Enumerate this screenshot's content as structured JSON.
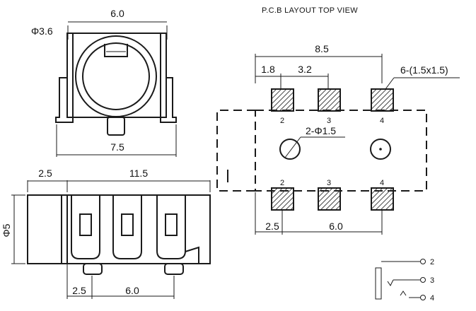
{
  "side_view": {
    "width_top": "6.0",
    "diameter": "Φ3.6",
    "width_bottom": "7.5"
  },
  "front_view": {
    "offset": "2.5",
    "length": "11.5",
    "height": "Φ5",
    "pin_offset": "2.5",
    "pin_span": "6.0"
  },
  "pcb_layout": {
    "title": "P.C.B LAYOUT  TOP VIEW",
    "span": "8.5",
    "gap1": "1.8",
    "gap2": "3.2",
    "pad_spec": "6-(1.5x1.5)",
    "hole_spec": "2-Φ1.5",
    "bottom_offset": "2.5",
    "bottom_span": "6.0",
    "top_pad_labels": [
      "2",
      "3",
      "4"
    ],
    "bottom_pad_labels": [
      "2",
      "3",
      "4"
    ]
  },
  "schematic": {
    "pins": [
      "2",
      "3",
      "4"
    ]
  }
}
